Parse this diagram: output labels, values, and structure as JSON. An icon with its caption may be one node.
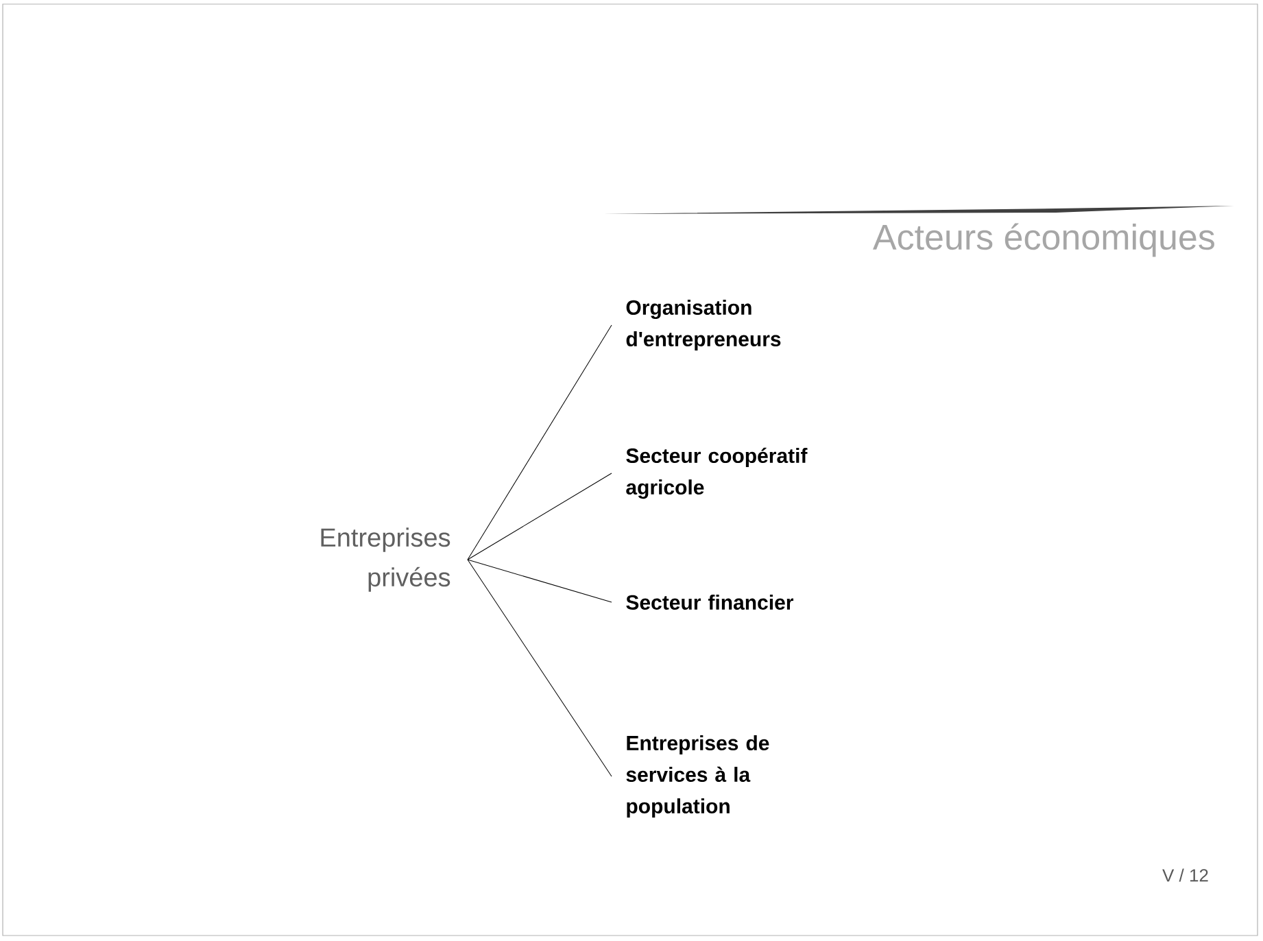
{
  "diagram": {
    "title": "Acteurs économiques",
    "nodes": [
      {
        "text": [
          "Entreprises privées"
        ]
      },
      {
        "text": [
          "Organisation d'entrepreneurs"
        ]
      },
      {
        "text": [
          "Secteur coopératif agricole"
        ]
      },
      {
        "text": [
          "Secteur financier"
        ]
      },
      {
        "text": [
          "Entreprises de services à la population"
        ]
      }
    ],
    "edges": [
      {
        "from": 0,
        "to": 1,
        "arrow": "none"
      },
      {
        "from": 0,
        "to": 2,
        "arrow": "none"
      },
      {
        "from": 0,
        "to": 3,
        "arrow": "none"
      },
      {
        "from": 0,
        "to": 4,
        "arrow": "none"
      }
    ],
    "labels": [
      "V / 12"
    ]
  }
}
